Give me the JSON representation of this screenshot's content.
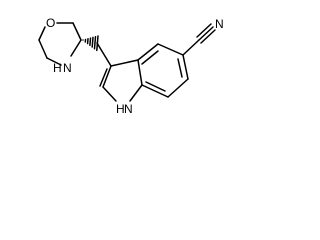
{
  "structure": {
    "atom_labels": {
      "morpholine_oxygen": "O",
      "morpholine_nitrogen": "N",
      "morpholine_nitrogen_h": "H",
      "nitrile_nitrogen": "N",
      "indole_nitrogen_h": "H",
      "indole_nitrogen": "N"
    }
  }
}
